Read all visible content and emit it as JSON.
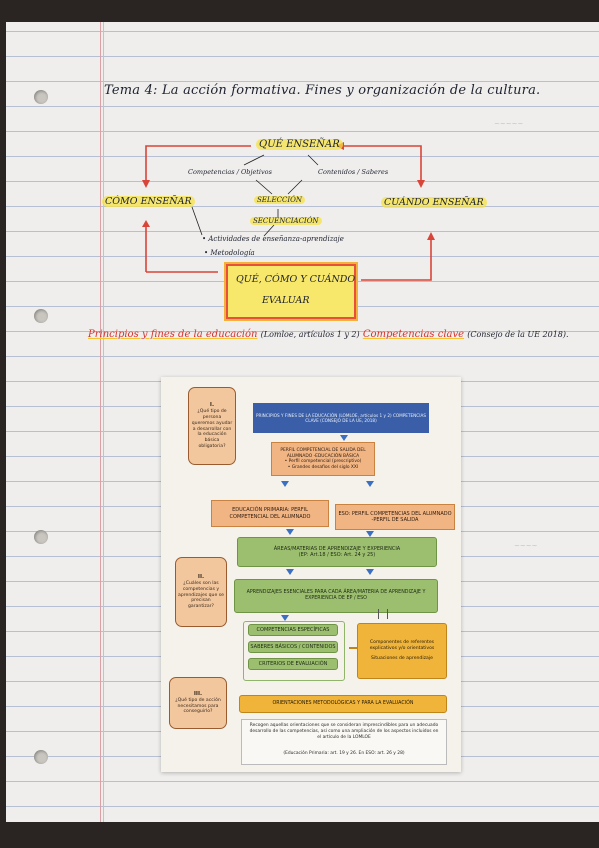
{
  "title": "Tema 4: La acción formativa. Fines y organización de la cultura.",
  "mindmap": {
    "que": "QUÉ ENSEÑAR",
    "competencias": "Competencias / Objetivos",
    "contenidos": "Contenidos / Saberes",
    "como": "CÓMO ENSEÑAR",
    "cuando": "CUÁNDO ENSEÑAR",
    "seleccion": "SELECCIÓN",
    "secuenciacion": "SECUENCIACIÓN",
    "actividades": "• Actividades de enseñanza-aprendizaje",
    "metodologia": "• Metodología",
    "box_line1": "QUÉ, CÓMO Y CUÁNDO",
    "box_line2": "EVALUAR"
  },
  "subtitle": {
    "principios": "Principios y fines de la educación",
    "lomloe": "(Lomloe, artículos 1 y 2)",
    "competencias": "Competencias clave",
    "consejo": "(Consejo de la UE 2018)."
  },
  "card": {
    "q1_num": "I.",
    "q1": "¿Qué tipo de persona queremos ayudar a desarrollar con la educación básica obligatoria?",
    "q2_num": "II.",
    "q2": "¿Cuáles son las competencias y aprendizajes que se precisan garantizar?",
    "q3_num": "III.",
    "q3": "¿Qué tipo de acción necesitamos para conseguirlo?",
    "header": "PRINCIPIOS Y FINES DE LA EDUCACIÓN (LOMLOE, artículos 1 y 2) COMPETENCIAS CLAVE (CONSEJO DE LA UE, 2018)",
    "perfil_title": "PERFIL COMPETENCIAL DE SALIDA DEL ALUMNADO -EDUCACIÓN BÁSICA",
    "perfil_b1": "• Perfil competencial (prescriptivo)",
    "perfil_b2": "• Grandes desafíos del siglo XXI",
    "primaria": "EDUCACIÓN PRIMARIA: PERFIL COMPETENCIAL DEL ALUMNADO",
    "eso": "ESO: PERFIL COMPETENCIAS DEL ALUMNADO -PERFIL DE SALIDA",
    "areas": "ÁREAS/MATERIAS DE APRENDIZAJE Y EXPERIENCIA",
    "areas_sub": "(EP: Art.18 / ESO: Art. 24 y 25)",
    "esenciales": "APRENDIZAJES ESENCIALES PARA CADA ÁREA/MATERIA DE APRENDIZAJE Y EXPERIENCIA DE EP / ESO",
    "comp_esp": "COMPETENCIAS ESPECÍFICAS",
    "saberes": "SABERES BÁSICOS / CONTENIDOS",
    "criterios": "CRITERIOS DE EVALUACIÓN",
    "componentes": "Componentes de referentes explicativos y/o orientativos",
    "situaciones": "Situaciones de aprendizaje",
    "orientaciones": "ORIENTACIONES METODOLÓGICAS Y PARA LA EVALUACIÓN",
    "recogen": "Recogen aquellas orientaciones que se consideran imprescindibles para un adecuado desarrollo de las competencias, así como una ampliación de los aspectos incluidos en el artículo de la LOMLOE",
    "educ_ref": "(Educación Primaria: art. 19 y 26. En ESO: art. 26 y 28)"
  }
}
